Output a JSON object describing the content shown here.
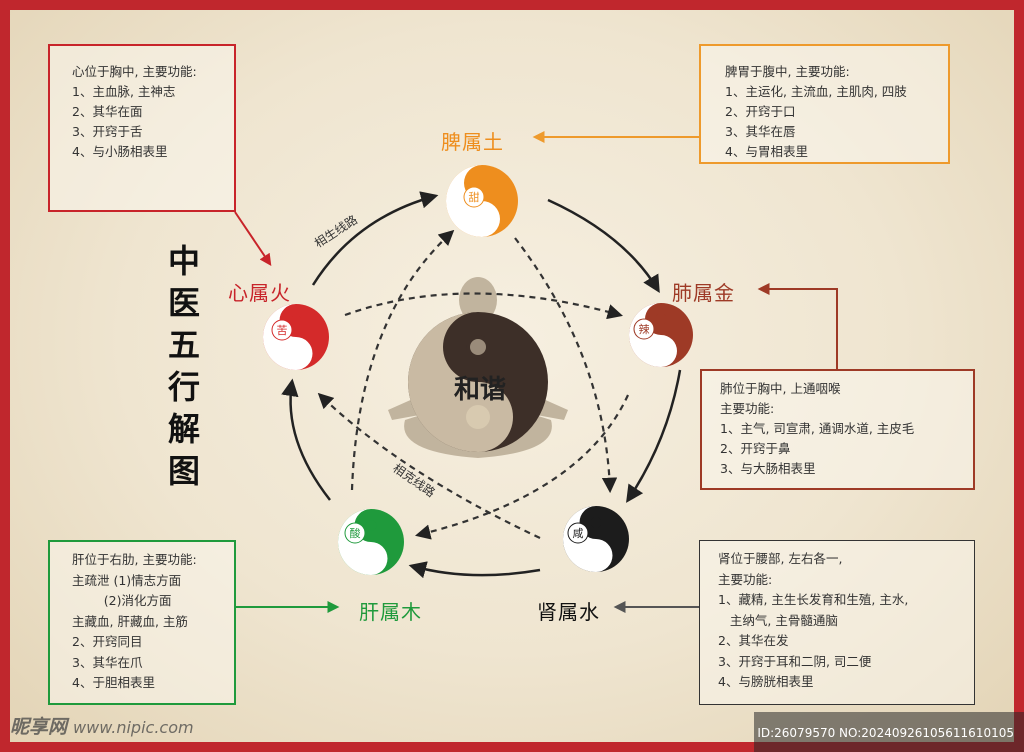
{
  "title_chars": [
    "中",
    "医",
    "五",
    "行",
    "解",
    "图"
  ],
  "center_label": "和谐",
  "cycle_labels": {
    "generating": "相生线路",
    "controlling": "相克线路"
  },
  "organs": {
    "heart": {
      "label": "心属火",
      "taste": "苦",
      "color": "#d42a2a"
    },
    "spleen": {
      "label": "脾属土",
      "taste": "甜",
      "color": "#ee8e1e"
    },
    "lung": {
      "label": "肺属金",
      "taste": "辣",
      "color": "#9e3a26"
    },
    "kidney": {
      "label": "肾属水",
      "taste": "咸",
      "color": "#1c1c1c"
    },
    "liver": {
      "label": "肝属木",
      "taste": "酸",
      "color": "#1f9a3c"
    }
  },
  "boxes": {
    "heart": {
      "border": "#c8242a",
      "lines": [
        "心位于胸中, 主要功能:",
        "1、主血脉, 主神志",
        "2、其华在面",
        "3、开窍于舌",
        "4、与小肠相表里"
      ]
    },
    "spleen": {
      "border": "#ee9a2c",
      "lines": [
        "脾胃于腹中, 主要功能:",
        "1、主运化, 主流血, 主肌肉, 四肢",
        "2、开窍于口",
        "3、其华在唇",
        "4、与胃相表里"
      ]
    },
    "lung": {
      "border": "#9e3a26",
      "lines": [
        "肺位于胸中, 上通咽喉",
        "主要功能:",
        "1、主气, 司宣肃, 通调水道, 主皮毛",
        "2、开窍于鼻",
        "3、与大肠相表里"
      ]
    },
    "liver": {
      "border": "#1f9a3c",
      "lines": [
        "肝位于右肋, 主要功能:",
        "主疏泄 (1)情志方面",
        "        (2)消化方面",
        "主藏血, 肝藏血, 主筋",
        "2、开窍同目",
        "3、其华在爪",
        "4、于胆相表里"
      ]
    },
    "kidney": {
      "border": "#333333",
      "lines": [
        "肾位于腰部, 左右各一,",
        "主要功能:",
        "1、藏精, 主生长发育和生殖, 主水,",
        "   主纳气, 主骨髓通脑",
        "2、其华在发",
        "3、开窍于耳和二阴, 司二便",
        "4、与膀胱相表里"
      ]
    }
  },
  "watermark": {
    "brand": "昵享网",
    "url": "www.nipic.com"
  },
  "image_id": "ID:26079570 NO:20240926105611610105"
}
